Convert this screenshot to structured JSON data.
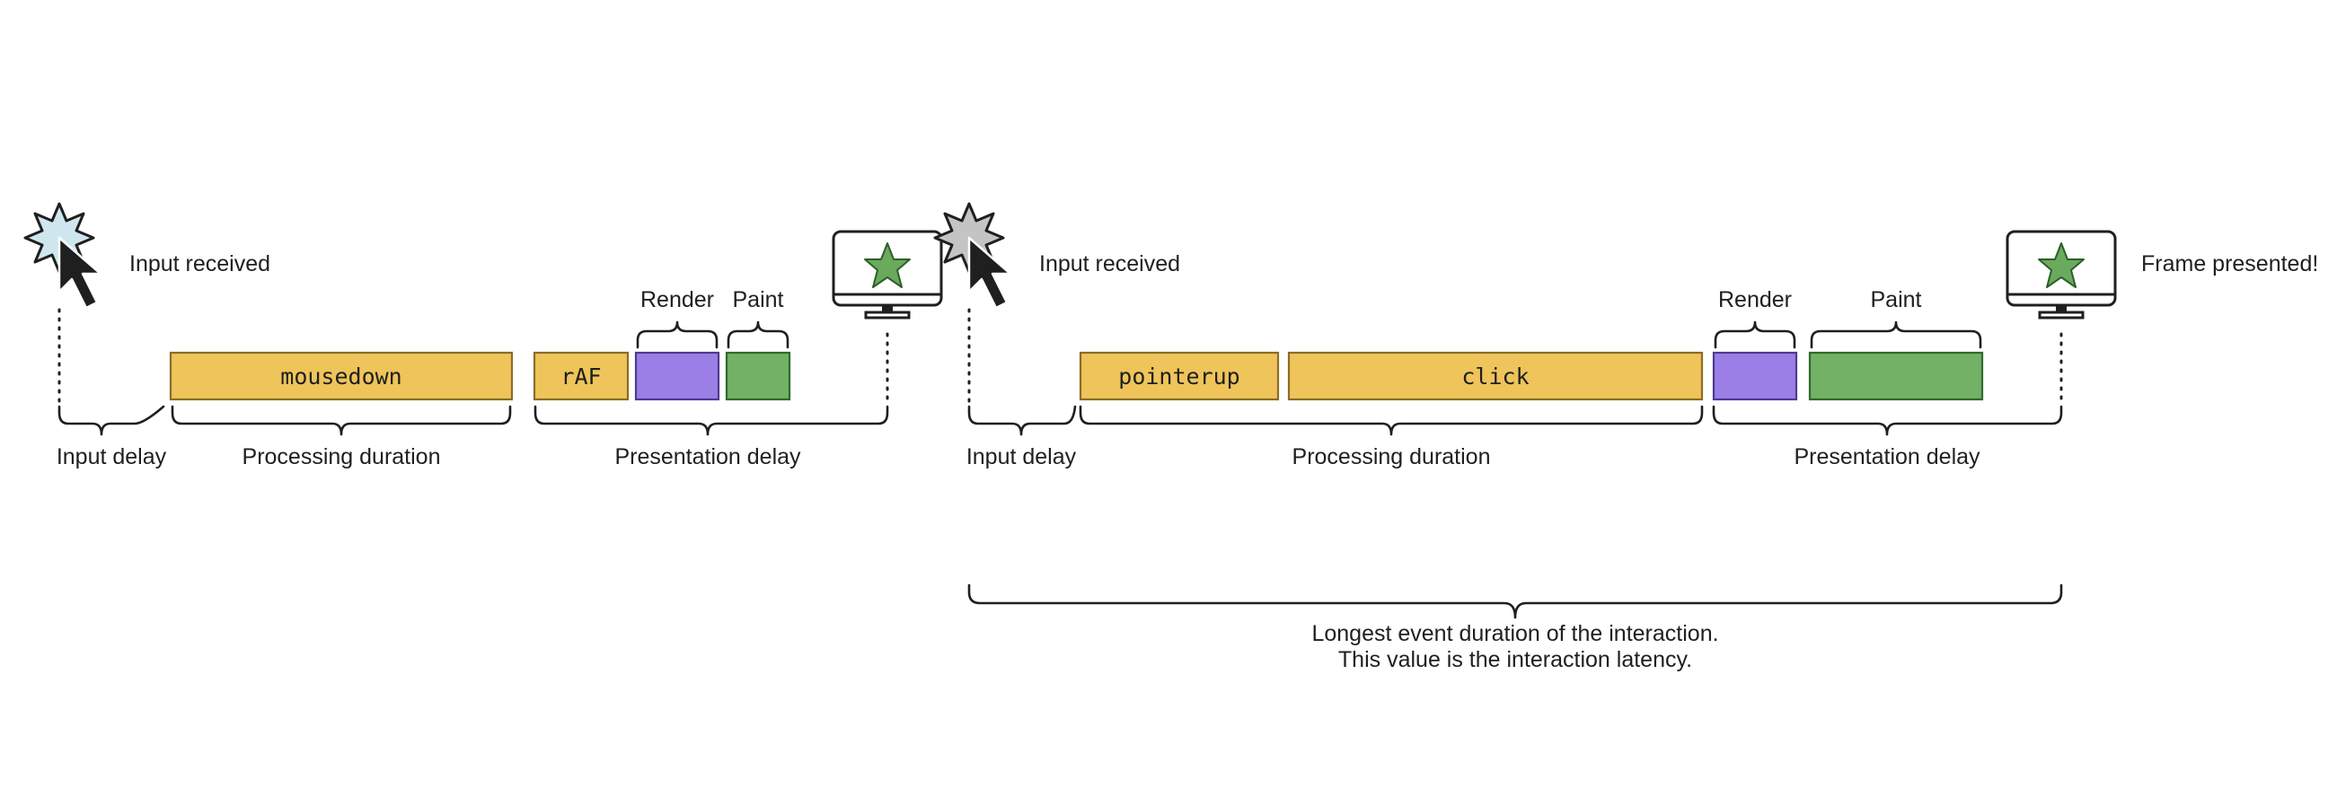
{
  "colors": {
    "event_fill": "#efc45a",
    "event_stroke": "#8a6d25",
    "render_fill": "#9b7fe6",
    "render_stroke": "#4d3b8f",
    "paint_fill": "#72b266",
    "paint_stroke": "#2f6b2a",
    "star_fill": "#6aaa5c",
    "burst_light_blue": "#cfe6ef",
    "burst_gray": "#c4c4c4",
    "ink": "#1f1f1f"
  },
  "icons": {
    "input_received": "cursor-click-burst-icon",
    "frame_presented": "monitor-star-icon"
  },
  "interaction1": {
    "input_label": "Input received",
    "events": {
      "mousedown": "mousedown",
      "raf": "rAF"
    },
    "render_label": "Render",
    "paint_label": "Paint",
    "input_delay_label": "Input delay",
    "processing_label": "Processing duration",
    "presentation_label": "Presentation delay"
  },
  "interaction2": {
    "input_label": "Input received",
    "frame_label": "Frame presented!",
    "events": {
      "pointerup": "pointerup",
      "click": "click"
    },
    "render_label": "Render",
    "paint_label": "Paint",
    "input_delay_label": "Input delay",
    "processing_label": "Processing duration",
    "presentation_label": "Presentation delay"
  },
  "summary": {
    "line1": "Longest event duration of the interaction.",
    "line2": "This value is the interaction latency."
  }
}
